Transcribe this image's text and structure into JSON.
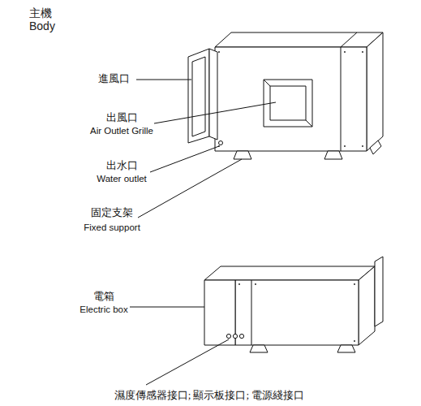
{
  "diagram": {
    "title": "主機 Body",
    "labels": [
      "進風口",
      "出風口",
      "Air Outlet Grille",
      "出水口",
      "Water outlet",
      "固定支架",
      "Fixed support",
      "電箱",
      "Electric box",
      "濕度傳感器接口; 顯示板接口; 電源綫接口"
    ]
  }
}
